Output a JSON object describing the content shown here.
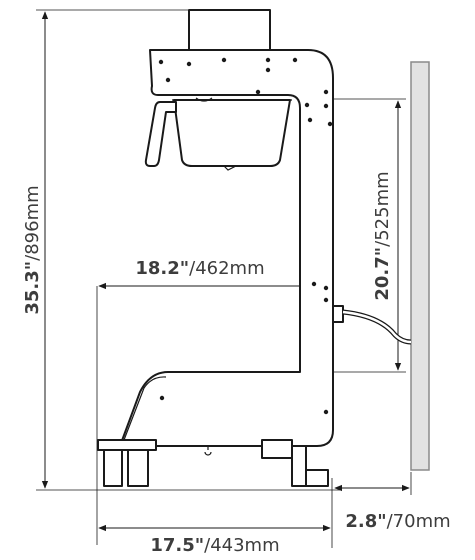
{
  "dimensions": {
    "height_total": {
      "inches": "35.3\"",
      "mm": "/896mm"
    },
    "height_brew": {
      "inches": "20.7\"",
      "mm": "/525mm"
    },
    "depth_upper": {
      "inches": "18.2\"",
      "mm": "/462mm"
    },
    "depth_base": {
      "inches": "17.5\"",
      "mm": "/443mm"
    },
    "wall_clearance": {
      "inches": "2.8\"",
      "mm": "/70mm"
    }
  },
  "colors": {
    "line": "#1a1a1a",
    "text": "#3d3d3d",
    "wall_fill": "#e2e2e2",
    "wall_stroke": "#8a8a8a"
  }
}
